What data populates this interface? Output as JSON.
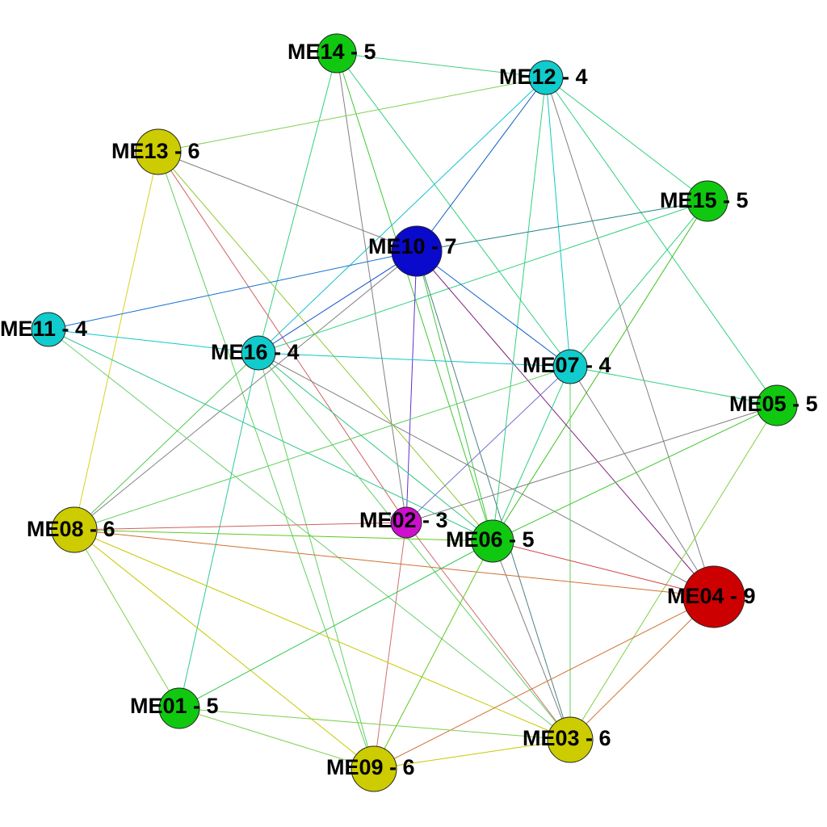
{
  "nodes": [
    {
      "id": "ME14",
      "label": "ME14 - 5",
      "color": "#10c810"
    },
    {
      "id": "ME12",
      "label": "ME12 - 4",
      "color": "#10cccc"
    },
    {
      "id": "ME13",
      "label": "ME13 - 6",
      "color": "#cccc00"
    },
    {
      "id": "ME15",
      "label": "ME15 - 5",
      "color": "#10c810"
    },
    {
      "id": "ME10",
      "label": "ME10 - 7",
      "color": "#0a0acc"
    },
    {
      "id": "ME11",
      "label": "ME11 - 4",
      "color": "#10cccc"
    },
    {
      "id": "ME16",
      "label": "ME16 - 4",
      "color": "#10cccc"
    },
    {
      "id": "ME07",
      "label": "ME07 - 4",
      "color": "#10cccc"
    },
    {
      "id": "ME05",
      "label": "ME05 - 5",
      "color": "#10c810"
    },
    {
      "id": "ME02",
      "label": "ME02 - 3",
      "color": "#cc10cc"
    },
    {
      "id": "ME08",
      "label": "ME08 - 6",
      "color": "#cccc00"
    },
    {
      "id": "ME06",
      "label": "ME06 - 5",
      "color": "#10c810"
    },
    {
      "id": "ME04",
      "label": "ME04 - 9",
      "color": "#cc0000"
    },
    {
      "id": "ME01",
      "label": "ME01 - 5",
      "color": "#10c810"
    },
    {
      "id": "ME03",
      "label": "ME03 - 6",
      "color": "#cccc00"
    },
    {
      "id": "ME09",
      "label": "ME09 - 6",
      "color": "#cccc00"
    }
  ],
  "edges": [
    {
      "source": "ME14",
      "target": "ME12",
      "color": "#40d080"
    },
    {
      "source": "ME14",
      "target": "ME16",
      "color": "#30d080"
    },
    {
      "source": "ME14",
      "target": "ME02",
      "color": "#808080"
    },
    {
      "source": "ME14",
      "target": "ME06",
      "color": "#40c830"
    },
    {
      "source": "ME14",
      "target": "ME07",
      "color": "#30d080"
    },
    {
      "source": "ME12",
      "target": "ME13",
      "color": "#80d050"
    },
    {
      "source": "ME12",
      "target": "ME10",
      "color": "#1060c0"
    },
    {
      "source": "ME12",
      "target": "ME16",
      "color": "#10c0d0"
    },
    {
      "source": "ME12",
      "target": "ME07",
      "color": "#10c8c0"
    },
    {
      "source": "ME12",
      "target": "ME15",
      "color": "#30d080"
    },
    {
      "source": "ME12",
      "target": "ME05",
      "color": "#30d080"
    },
    {
      "source": "ME12",
      "target": "ME04",
      "color": "#808080"
    },
    {
      "source": "ME12",
      "target": "ME06",
      "color": "#30d080"
    },
    {
      "source": "ME13",
      "target": "ME10",
      "color": "#808080"
    },
    {
      "source": "ME13",
      "target": "ME08",
      "color": "#d8d020"
    },
    {
      "source": "ME13",
      "target": "ME02",
      "color": "#d06060"
    },
    {
      "source": "ME13",
      "target": "ME06",
      "color": "#90c830"
    },
    {
      "source": "ME13",
      "target": "ME09",
      "color": "#60d060"
    },
    {
      "source": "ME15",
      "target": "ME10",
      "color": "#208080"
    },
    {
      "source": "ME15",
      "target": "ME16",
      "color": "#30d080"
    },
    {
      "source": "ME15",
      "target": "ME07",
      "color": "#30d080"
    },
    {
      "source": "ME15",
      "target": "ME06",
      "color": "#40c020"
    },
    {
      "source": "ME10",
      "target": "ME11",
      "color": "#1070d0"
    },
    {
      "source": "ME10",
      "target": "ME16",
      "color": "#1050d0"
    },
    {
      "source": "ME10",
      "target": "ME07",
      "color": "#1060d0"
    },
    {
      "source": "ME10",
      "target": "ME08",
      "color": "#808080"
    },
    {
      "source": "ME10",
      "target": "ME02",
      "color": "#6030d0"
    },
    {
      "source": "ME10",
      "target": "ME06",
      "color": "#40c840"
    },
    {
      "source": "ME10",
      "target": "ME03",
      "color": "#508080"
    },
    {
      "source": "ME10",
      "target": "ME04",
      "color": "#802080"
    },
    {
      "source": "ME11",
      "target": "ME16",
      "color": "#10c8c8"
    },
    {
      "source": "ME11",
      "target": "ME06",
      "color": "#30c890"
    },
    {
      "source": "ME11",
      "target": "ME03",
      "color": "#70d070"
    },
    {
      "source": "ME16",
      "target": "ME07",
      "color": "#10c8c8"
    },
    {
      "source": "ME16",
      "target": "ME08",
      "color": "#50c850"
    },
    {
      "source": "ME16",
      "target": "ME06",
      "color": "#30c880"
    },
    {
      "source": "ME16",
      "target": "ME04",
      "color": "#808080"
    },
    {
      "source": "ME16",
      "target": "ME01",
      "color": "#30c8a0"
    },
    {
      "source": "ME16",
      "target": "ME09",
      "color": "#60d060"
    },
    {
      "source": "ME16",
      "target": "ME03",
      "color": "#60d060"
    },
    {
      "source": "ME07",
      "target": "ME05",
      "color": "#30d080"
    },
    {
      "source": "ME07",
      "target": "ME08",
      "color": "#60d060"
    },
    {
      "source": "ME07",
      "target": "ME02",
      "color": "#7070d0"
    },
    {
      "source": "ME07",
      "target": "ME06",
      "color": "#30d080"
    },
    {
      "source": "ME07",
      "target": "ME04",
      "color": "#808080"
    },
    {
      "source": "ME07",
      "target": "ME03",
      "color": "#60d060"
    },
    {
      "source": "ME05",
      "target": "ME02",
      "color": "#808080"
    },
    {
      "source": "ME05",
      "target": "ME06",
      "color": "#40c830"
    },
    {
      "source": "ME05",
      "target": "ME03",
      "color": "#80d040"
    },
    {
      "source": "ME02",
      "target": "ME08",
      "color": "#d06060"
    },
    {
      "source": "ME02",
      "target": "ME09",
      "color": "#d07070"
    },
    {
      "source": "ME02",
      "target": "ME03",
      "color": "#d07070"
    },
    {
      "source": "ME08",
      "target": "ME06",
      "color": "#60c820"
    },
    {
      "source": "ME08",
      "target": "ME04",
      "color": "#d07030"
    },
    {
      "source": "ME08",
      "target": "ME01",
      "color": "#80d050"
    },
    {
      "source": "ME08",
      "target": "ME09",
      "color": "#c8c800"
    },
    {
      "source": "ME08",
      "target": "ME03",
      "color": "#c8c800"
    },
    {
      "source": "ME06",
      "target": "ME04",
      "color": "#d04040"
    },
    {
      "source": "ME06",
      "target": "ME01",
      "color": "#30c850"
    },
    {
      "source": "ME06",
      "target": "ME09",
      "color": "#60c820"
    },
    {
      "source": "ME06",
      "target": "ME03",
      "color": "#808080"
    },
    {
      "source": "ME04",
      "target": "ME09",
      "color": "#d07030"
    },
    {
      "source": "ME04",
      "target": "ME03",
      "color": "#d07030"
    },
    {
      "source": "ME01",
      "target": "ME03",
      "color": "#80d050"
    },
    {
      "source": "ME01",
      "target": "ME09",
      "color": "#80d050"
    },
    {
      "source": "ME09",
      "target": "ME03",
      "color": "#c8c800"
    }
  ]
}
